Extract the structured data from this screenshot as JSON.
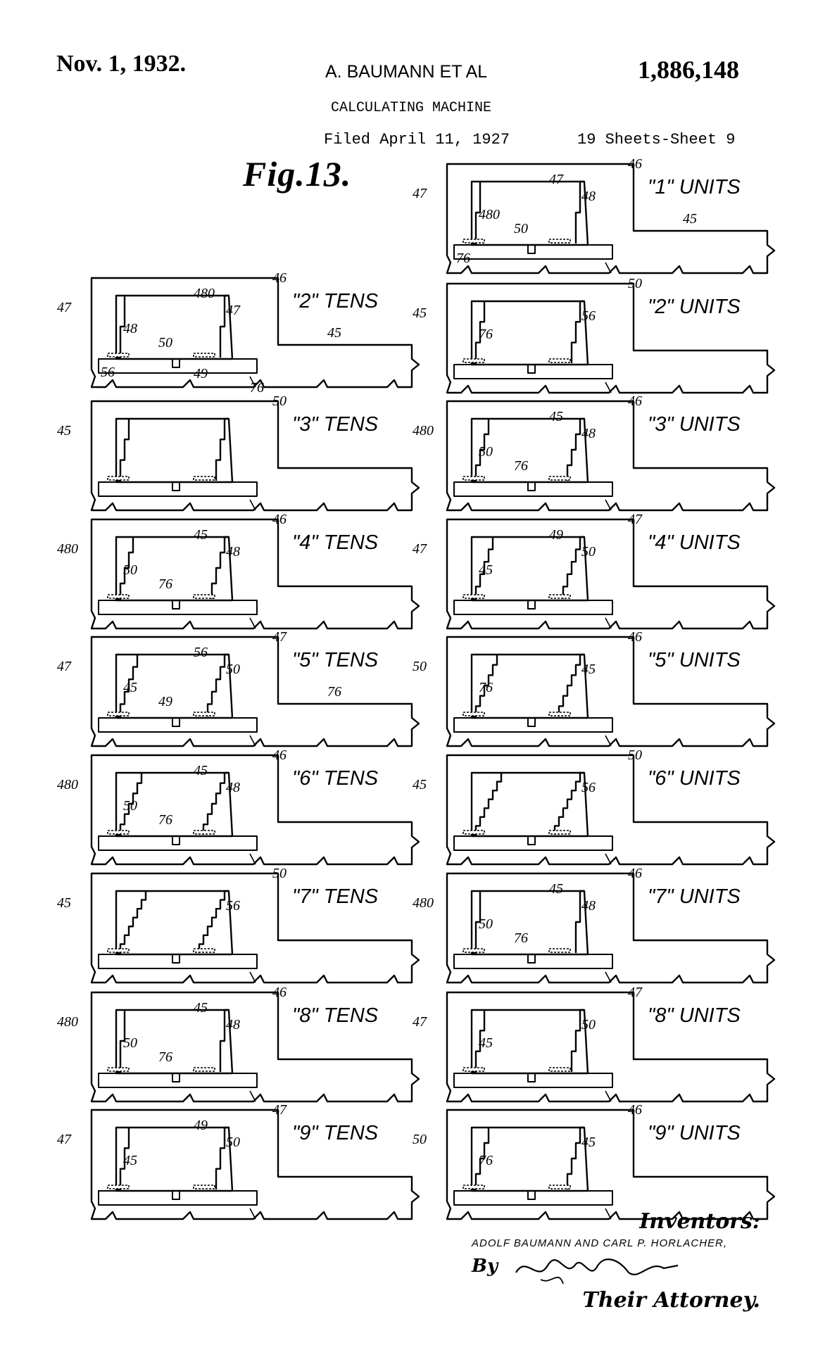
{
  "header": {
    "date": "Nov. 1, 1932.",
    "inventors": "A. BAUMANN ET AL",
    "patent_number": "1,886,148",
    "title": "CALCULATING MACHINE",
    "filed": "Filed April 11, 1927",
    "sheet": "19 Sheets-Sheet 9"
  },
  "figure_label": "Fig.13.",
  "plates": {
    "tens": [
      {
        "label": "\"2\" TENS",
        "refs": [
          "46",
          "47",
          "47",
          "48",
          "480",
          "50",
          "45",
          "56",
          "49",
          "76"
        ]
      },
      {
        "label": "\"3\" TENS",
        "refs": [
          "50",
          "45"
        ]
      },
      {
        "label": "\"4\" TENS",
        "refs": [
          "46",
          "480",
          "48",
          "50",
          "45",
          "76"
        ]
      },
      {
        "label": "\"5\" TENS",
        "refs": [
          "47",
          "47",
          "50",
          "45",
          "56",
          "49",
          "76"
        ]
      },
      {
        "label": "\"6\" TENS",
        "refs": [
          "46",
          "480",
          "48",
          "50",
          "45",
          "76"
        ]
      },
      {
        "label": "\"7\" TENS",
        "refs": [
          "50",
          "45",
          "56"
        ]
      },
      {
        "label": "\"8\" TENS",
        "refs": [
          "46",
          "480",
          "48",
          "50",
          "45",
          "76"
        ]
      },
      {
        "label": "\"9\" TENS",
        "refs": [
          "47",
          "47",
          "50",
          "45",
          "49"
        ]
      }
    ],
    "units": [
      {
        "label": "\"1\" UNITS",
        "refs": [
          "46",
          "47",
          "48",
          "480",
          "47",
          "50",
          "45",
          "76"
        ]
      },
      {
        "label": "\"2\" UNITS",
        "refs": [
          "50",
          "45",
          "56",
          "76"
        ]
      },
      {
        "label": "\"3\" UNITS",
        "refs": [
          "46",
          "480",
          "48",
          "50",
          "45",
          "76"
        ]
      },
      {
        "label": "\"4\" UNITS",
        "refs": [
          "47",
          "47",
          "50",
          "45",
          "49"
        ]
      },
      {
        "label": "\"5\" UNITS",
        "refs": [
          "46",
          "50",
          "45",
          "76"
        ]
      },
      {
        "label": "\"6\" UNITS",
        "refs": [
          "50",
          "45",
          "56"
        ]
      },
      {
        "label": "\"7\" UNITS",
        "refs": [
          "46",
          "480",
          "48",
          "50",
          "45",
          "76"
        ]
      },
      {
        "label": "\"8\" UNITS",
        "refs": [
          "47",
          "47",
          "50",
          "45"
        ]
      },
      {
        "label": "\"9\" UNITS",
        "refs": [
          "46",
          "50",
          "45",
          "76"
        ]
      }
    ]
  },
  "signatures": {
    "inventors_heading": "Inventors:",
    "inventor_names": "ADOLF BAUMANN AND CARL P. HORLACHER,",
    "by": "By",
    "attorney_heading": "Their Attorney."
  }
}
